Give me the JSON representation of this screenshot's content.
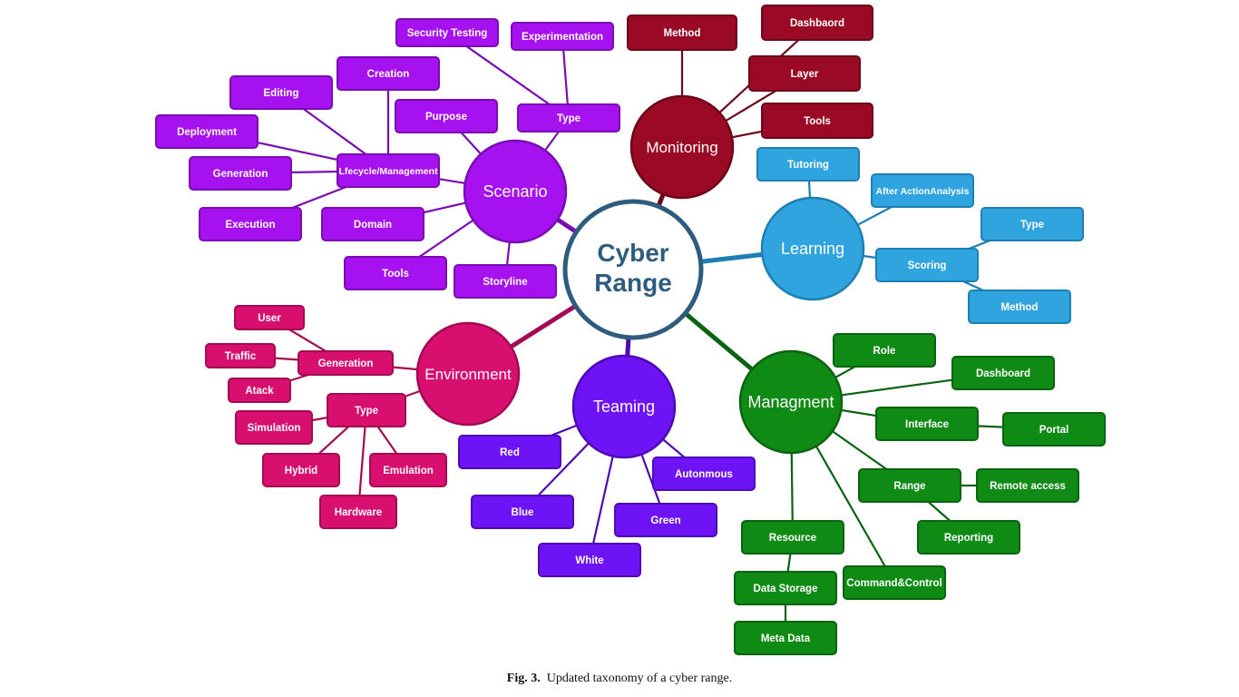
{
  "center": {
    "line1": "Cyber",
    "line2": "Range",
    "color": "#2e5c7e"
  },
  "branches": [
    {
      "label": "Scenario",
      "color": "#a611f0",
      "border": "#7a0cb3",
      "leaves": [
        "Security Testing",
        "Experimentation",
        "Type",
        "Purpose",
        "Creation",
        "Editing",
        "Deployment",
        "Lfecycle/Management",
        "Generation",
        "Execution",
        "Domain",
        "Tools",
        "Storyline"
      ]
    },
    {
      "label": "Monitoring",
      "color": "#9b0a25",
      "border": "#6e0619",
      "leaves": [
        "Method",
        "Dashbaord",
        "Layer",
        "Tools"
      ]
    },
    {
      "label": "Learning",
      "color": "#2fa4df",
      "border": "#1d7fb3",
      "leaves": [
        "Tutoring",
        "After ActionAnalysis",
        "Type",
        "Scoring",
        "Method"
      ]
    },
    {
      "label": "Environment",
      "color": "#d80f6e",
      "border": "#a40a52",
      "leaves": [
        "User",
        "Traffic",
        "Generation",
        "Atack",
        "Type",
        "Simulation",
        "Hybrid",
        "Emulation",
        "Hardware"
      ]
    },
    {
      "label": "Teaming",
      "color": "#6d13f5",
      "border": "#4e0ab5",
      "leaves": [
        "Red",
        "Blue",
        "White",
        "Green",
        "Autonmous"
      ]
    },
    {
      "label": "Managment",
      "color": "#0f8a14",
      "border": "#0a6310",
      "leaves": [
        "Role",
        "Dashboard",
        "Interface",
        "Portal",
        "Range",
        "Remote access",
        "Reporting",
        "Resource",
        "Data Storage",
        "Meta Data",
        "Command&Control"
      ]
    }
  ],
  "caption": {
    "label": "Fig. 3.",
    "text": "Updated taxonomy of a cyber range."
  }
}
